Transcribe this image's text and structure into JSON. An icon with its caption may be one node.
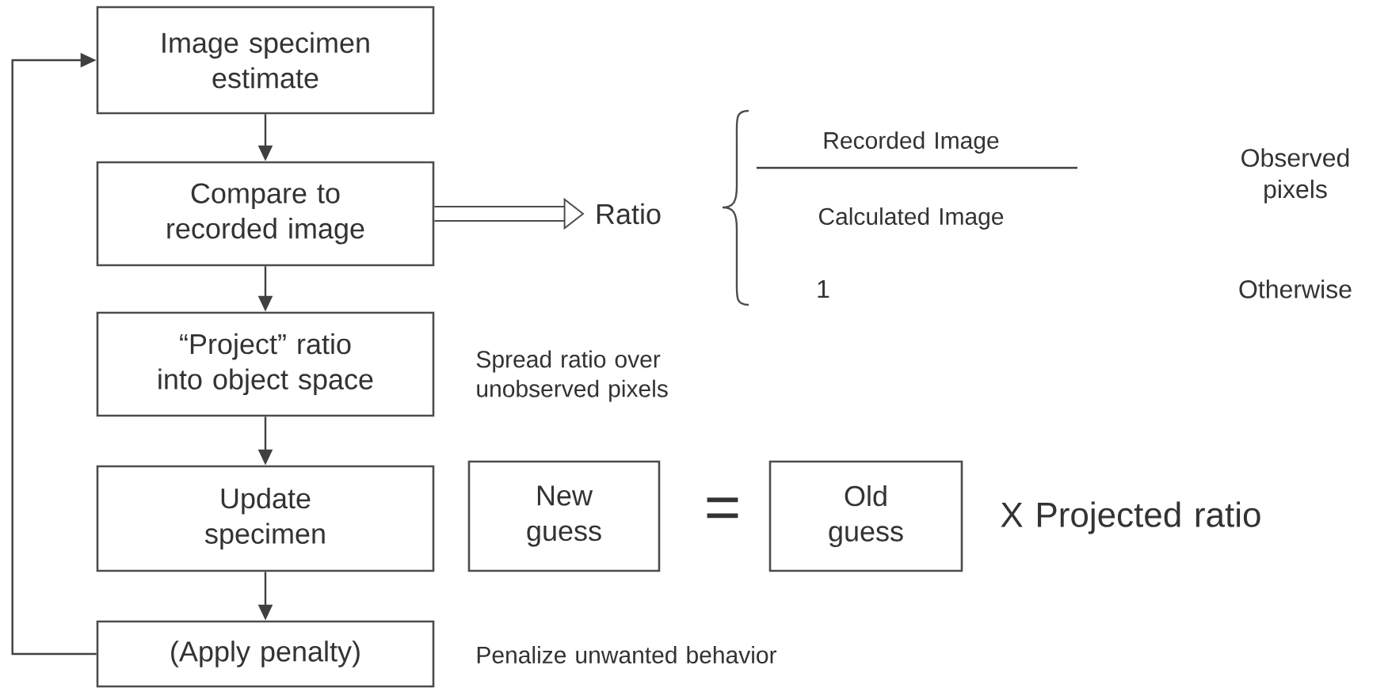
{
  "diagram": {
    "nodes": [
      {
        "text": [
          "Image specimen estimate"
        ]
      },
      {
        "text": [
          "Compare to recorded image"
        ]
      },
      {
        "text": [
          "“Project” ratio into object space"
        ]
      },
      {
        "text": [
          "Update specimen"
        ]
      },
      {
        "text": [
          "(Apply penalty)"
        ]
      },
      {
        "text": [
          "New guess"
        ]
      },
      {
        "text": [
          "Old guess"
        ]
      },
      {
        "text": [
          "Ratio"
        ]
      }
    ],
    "edges": [
      {
        "from": 0,
        "to": 1,
        "arrow": "to"
      },
      {
        "from": 1,
        "to": 2,
        "arrow": "to"
      },
      {
        "from": 2,
        "to": 3,
        "arrow": "to"
      },
      {
        "from": 3,
        "to": 4,
        "arrow": "to"
      },
      {
        "from": 4,
        "to": 0,
        "arrow": "to"
      },
      {
        "from": 1,
        "to": 7,
        "arrow": "to",
        "style": "thick"
      }
    ],
    "labels": [
      "Recorded Image",
      "Observed pixels",
      "Calculated Image",
      "1",
      "Otherwise",
      "Spread ratio over unobserved pixels",
      "=",
      "X Projected ratio",
      "Penalize unwanted behavior"
    ]
  }
}
